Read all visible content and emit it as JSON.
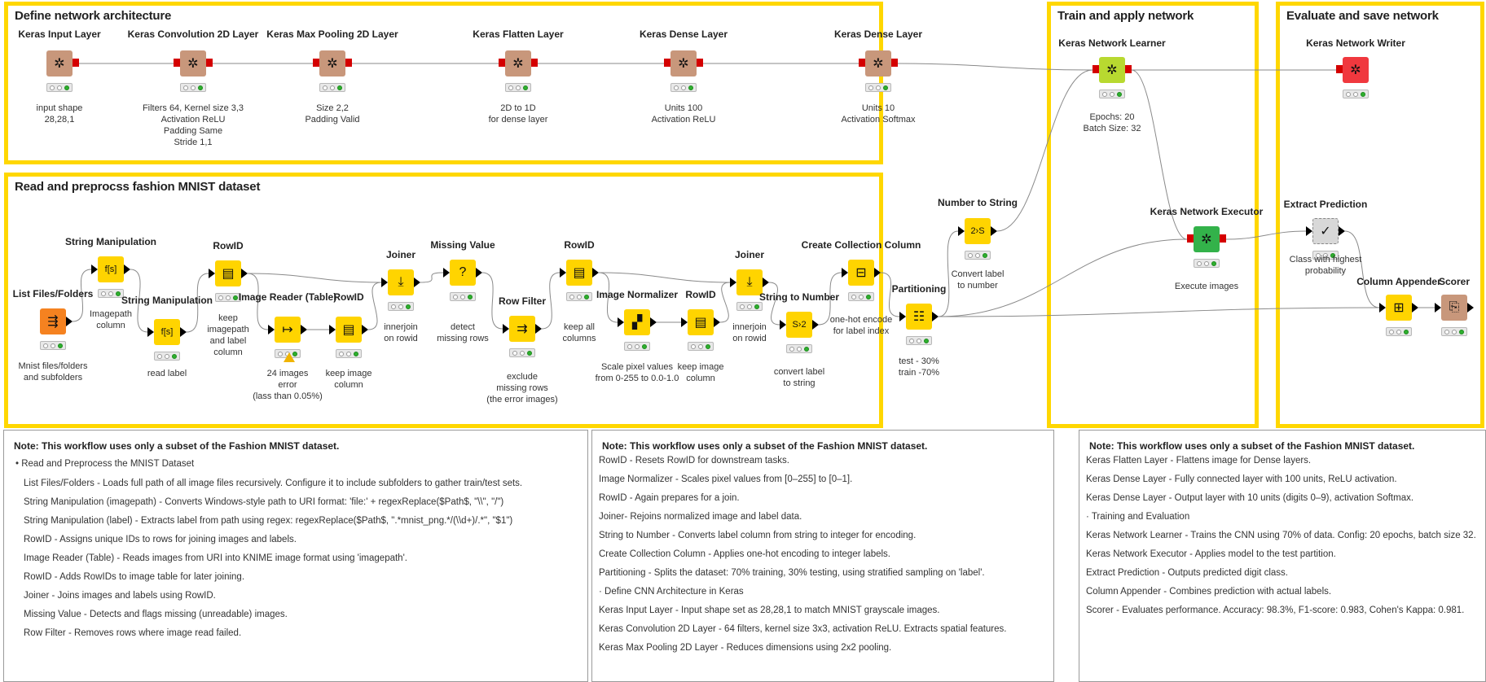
{
  "annotations": [
    {
      "id": "define",
      "title": "Define network architecture"
    },
    {
      "id": "read",
      "title": "Read and preprocss fashion MNIST dataset"
    },
    {
      "id": "train",
      "title": "Train and apply network"
    },
    {
      "id": "evaluate",
      "title": "Evaluate and save network"
    }
  ],
  "nodes": [
    {
      "id": "kinput",
      "title": "Keras Input Layer",
      "desc": "input shape\n28,28,1",
      "icon": "keras-icon",
      "color": "brown"
    },
    {
      "id": "kconv",
      "title": "Keras Convolution 2D Layer",
      "desc": "Filters 64, Kernel size 3,3\nActivation ReLU\nPadding Same\nStride 1,1",
      "icon": "keras-icon",
      "color": "brown"
    },
    {
      "id": "kpool",
      "title": "Keras Max Pooling 2D Layer",
      "desc": "Size 2,2\nPadding Valid",
      "icon": "keras-icon",
      "color": "brown"
    },
    {
      "id": "kflat",
      "title": "Keras Flatten Layer",
      "desc": "2D to 1D\nfor dense layer",
      "icon": "keras-icon",
      "color": "brown"
    },
    {
      "id": "kdense1",
      "title": "Keras Dense Layer",
      "desc": "Units 100\nActivation ReLU",
      "icon": "keras-icon",
      "color": "brown"
    },
    {
      "id": "kdense2",
      "title": "Keras Dense Layer",
      "desc": "Units 10\nActivation Softmax",
      "icon": "keras-icon",
      "color": "brown"
    },
    {
      "id": "klearner",
      "title": "Keras Network Learner",
      "desc": "Epochs: 20\nBatch Size: 32",
      "icon": "keras-icon",
      "color": "lime"
    },
    {
      "id": "kwriter",
      "title": "Keras Network Writer",
      "desc": "",
      "icon": "keras-icon",
      "color": "red"
    },
    {
      "id": "kexec",
      "title": "Keras Network Executor",
      "desc": "Execute images",
      "icon": "keras-icon",
      "color": "green"
    },
    {
      "id": "extract",
      "title": "Extract Prediction",
      "desc": "Class with highest\nprobability",
      "icon": "check-icon",
      "color": "gray"
    },
    {
      "id": "colapp",
      "title": "Column Appender",
      "desc": "",
      "icon": "column-appender-icon",
      "color": "yellow"
    },
    {
      "id": "scorer",
      "title": "Scorer",
      "desc": "",
      "icon": "scorer-icon",
      "color": "brown"
    },
    {
      "id": "listfiles",
      "title": "List Files/Folders",
      "desc": "Mnist files/folders\nand subfolders",
      "icon": "folder-list-icon",
      "color": "orange"
    },
    {
      "id": "strman1",
      "title": "String Manipulation",
      "desc": "Imagepath\ncolumn",
      "icon": "string-function-icon",
      "color": "yellow"
    },
    {
      "id": "strman2",
      "title": "String Manipulation",
      "desc": "read label",
      "icon": "string-function-icon",
      "color": "yellow"
    },
    {
      "id": "rowid1",
      "title": "RowID",
      "desc": "keep\nimagepath\nand label\ncolumn",
      "icon": "rowid-icon",
      "color": "yellow"
    },
    {
      "id": "imgreader",
      "title": "Image Reader (Table)",
      "desc": "24 images\nerror\n(lass than 0.05%)",
      "icon": "image-reader-icon",
      "color": "yellow"
    },
    {
      "id": "rowid2",
      "title": "RowID",
      "desc": "keep image\ncolumn",
      "icon": "rowid-icon",
      "color": "yellow"
    },
    {
      "id": "joiner1",
      "title": "Joiner",
      "desc": "innerjoin\non rowid",
      "icon": "joiner-icon",
      "color": "yellow"
    },
    {
      "id": "missing",
      "title": "Missing Value",
      "desc": "detect\nmissing rows",
      "icon": "question-icon",
      "color": "yellow"
    },
    {
      "id": "rowfilter",
      "title": "Row Filter",
      "desc": "exclude\nmissing rows\n(the error images)",
      "icon": "row-filter-icon",
      "color": "yellow"
    },
    {
      "id": "rowid3",
      "title": "RowID",
      "desc": "keep all\ncolumns",
      "icon": "rowid-icon",
      "color": "yellow"
    },
    {
      "id": "imgnorm",
      "title": "Image Normalizer",
      "desc": "Scale pixel values\nfrom 0-255 to 0.0-1.0",
      "icon": "normalizer-icon",
      "color": "yellow"
    },
    {
      "id": "rowid4",
      "title": "RowID",
      "desc": "keep image\ncolumn",
      "icon": "rowid-icon",
      "color": "yellow"
    },
    {
      "id": "joiner2",
      "title": "Joiner",
      "desc": "innerjoin\non rowid",
      "icon": "joiner-icon",
      "color": "yellow"
    },
    {
      "id": "str2num",
      "title": "String to Number",
      "desc": "convert label\nto string",
      "icon": "string-to-number-icon",
      "color": "yellow"
    },
    {
      "id": "collcol",
      "title": "Create Collection Column",
      "desc": "one-hot encode\nfor label index",
      "icon": "collection-icon",
      "color": "yellow"
    },
    {
      "id": "num2str",
      "title": "Number to String",
      "desc": "Convert label\nto number",
      "icon": "number-to-string-icon",
      "color": "yellow"
    },
    {
      "id": "partition",
      "title": "Partitioning",
      "desc": "test - 30%\ntrain -70%",
      "icon": "partition-icon",
      "color": "yellow"
    }
  ],
  "icon_glyphs": {
    "keras-icon": "✲",
    "check-icon": "✓",
    "column-appender-icon": "⊞",
    "scorer-icon": "⎘",
    "folder-list-icon": "⇶",
    "string-function-icon": "f[s]",
    "rowid-icon": "▤",
    "image-reader-icon": "↦",
    "joiner-icon": "⤓",
    "question-icon": "?",
    "row-filter-icon": "⇉",
    "normalizer-icon": "▞",
    "string-to-number-icon": "S›2",
    "collection-icon": "⊟",
    "number-to-string-icon": "2›S",
    "partition-icon": "☷"
  },
  "colors": {
    "annotation_border": "#ffd700",
    "brown": "#c8977b",
    "yellow": "#ffd400",
    "orange": "#f58220",
    "green": "#33b24a",
    "lime": "#b8d930",
    "red": "#f0383e",
    "status_green": "#2fb02f",
    "port_red": "#d40000"
  },
  "notes": [
    {
      "title": "Note: This workflow uses only a subset of the Fashion MNIST dataset.",
      "items": [
        "•  Read and Preprocess the MNIST Dataset",
        "List Files/Folders - Loads full path of all image files recursively. Configure it to include subfolders to gather train/test sets.",
        "String Manipulation (imagepath) - Converts Windows-style path to URI format: 'file:' + regexReplace($Path$, \"\\\\\", \"/\")",
        "String Manipulation (label) - Extracts label from path using regex: regexReplace($Path$, \".*mnist_png.*/(\\\\d+)/.*\", \"$1\")",
        "RowID - Assigns unique IDs to rows for joining images and labels.",
        "Image Reader (Table) - Reads images from URI into KNIME image format using 'imagepath'.",
        "RowID - Adds RowIDs to image table for later joining.",
        "Joiner - Joins images and labels using RowID.",
        "Missing Value - Detects and flags missing (unreadable) images.",
        "Row Filter - Removes rows where image read failed."
      ]
    },
    {
      "title": "Note: This workflow uses only a subset of the Fashion MNIST dataset.",
      "items": [
        "RowID - Resets RowID for downstream tasks.",
        "Image Normalizer - Scales pixel values from [0–255] to [0–1].",
        "RowID - Again prepares for a join.",
        "Joiner- Rejoins normalized image and label data.",
        "String to Number - Converts label column from string to integer for encoding.",
        "Create Collection Column - Applies one-hot encoding to integer labels.",
        "Partitioning - Splits the dataset: 70% training, 30% testing, using stratified sampling on 'label'.",
        "·        Define CNN Architecture in Keras",
        "Keras Input Layer - Input shape set as 28,28,1 to match MNIST grayscale images.",
        "Keras Convolution 2D Layer - 64 filters, kernel size 3x3, activation ReLU. Extracts spatial features.",
        "Keras Max Pooling 2D Layer - Reduces dimensions using 2x2 pooling."
      ]
    },
    {
      "title": "Note: This workflow uses only a subset of the Fashion MNIST dataset.",
      "items": [
        "Keras Flatten Layer - Flattens image for Dense layers.",
        "Keras Dense Layer - Fully connected layer with 100 units, ReLU activation.",
        "Keras Dense Layer - Output layer with 10 units (digits 0–9), activation Softmax.",
        "·        Training and Evaluation",
        "Keras Network Learner - Trains the CNN using 70% of data. Config: 20 epochs, batch size 32.",
        "Keras Network Executor - Applies model to the test partition.",
        "Extract Prediction - Outputs predicted digit class.",
        "Column Appender - Combines prediction with actual labels.",
        "Scorer - Evaluates performance. Accuracy: 98.3%, F1-score: 0.983, Cohen's Kappa: 0.981."
      ]
    }
  ]
}
